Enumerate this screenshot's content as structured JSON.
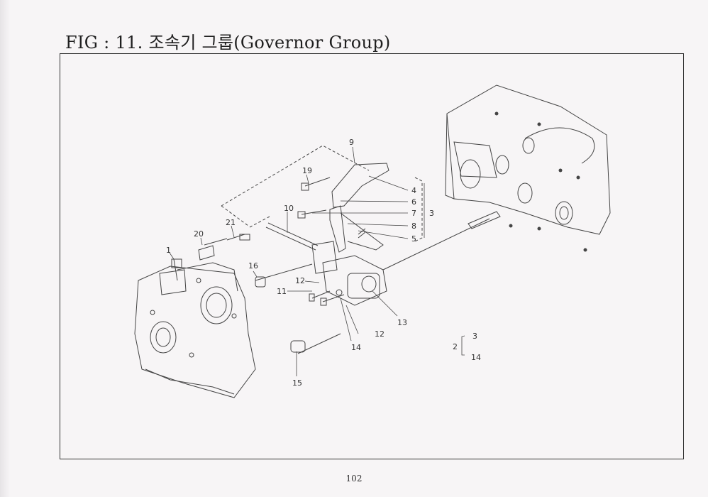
{
  "figure": {
    "title": "FIG : 11. 조속기 그룹(Governor Group)"
  },
  "callouts": {
    "c1": "1",
    "c2": "2",
    "c3a": "3",
    "c3b": "3",
    "c4": "4",
    "c5": "5",
    "c6": "6",
    "c7": "7",
    "c8": "8",
    "c9": "9",
    "c10": "10",
    "c11": "11",
    "c12a": "12",
    "c12b": "12",
    "c13": "13",
    "c14a": "14",
    "c14b": "14",
    "c15": "15",
    "c16": "16",
    "c19": "19",
    "c20": "20",
    "c21": "21"
  },
  "page_number": "102"
}
